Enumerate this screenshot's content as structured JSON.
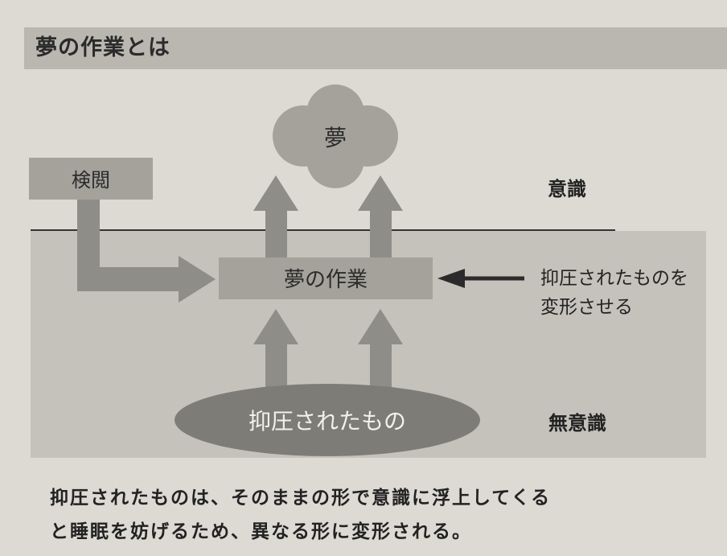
{
  "title": "夢の作業とは",
  "diagram": {
    "dream": "夢",
    "censorship": "検閲",
    "consciousness": "意識",
    "dream_work": "夢の作業",
    "transform_line1": "抑圧されたものを",
    "transform_line2": "変形させる",
    "repressed": "抑圧されたもの",
    "unconscious": "無意識"
  },
  "caption": {
    "line1": "抑圧されたものは、そのままの形で意識に浮上してくる",
    "line2": "と睡眠を妨げるため、異なる形に変形される。"
  },
  "colors": {
    "page": "#dcdad3",
    "band": "#b9b7b0",
    "shape": "#a4a29b",
    "ellipse": "#7e7c76",
    "arrow": "#8f8d87",
    "dark": "#2b2b2b"
  }
}
